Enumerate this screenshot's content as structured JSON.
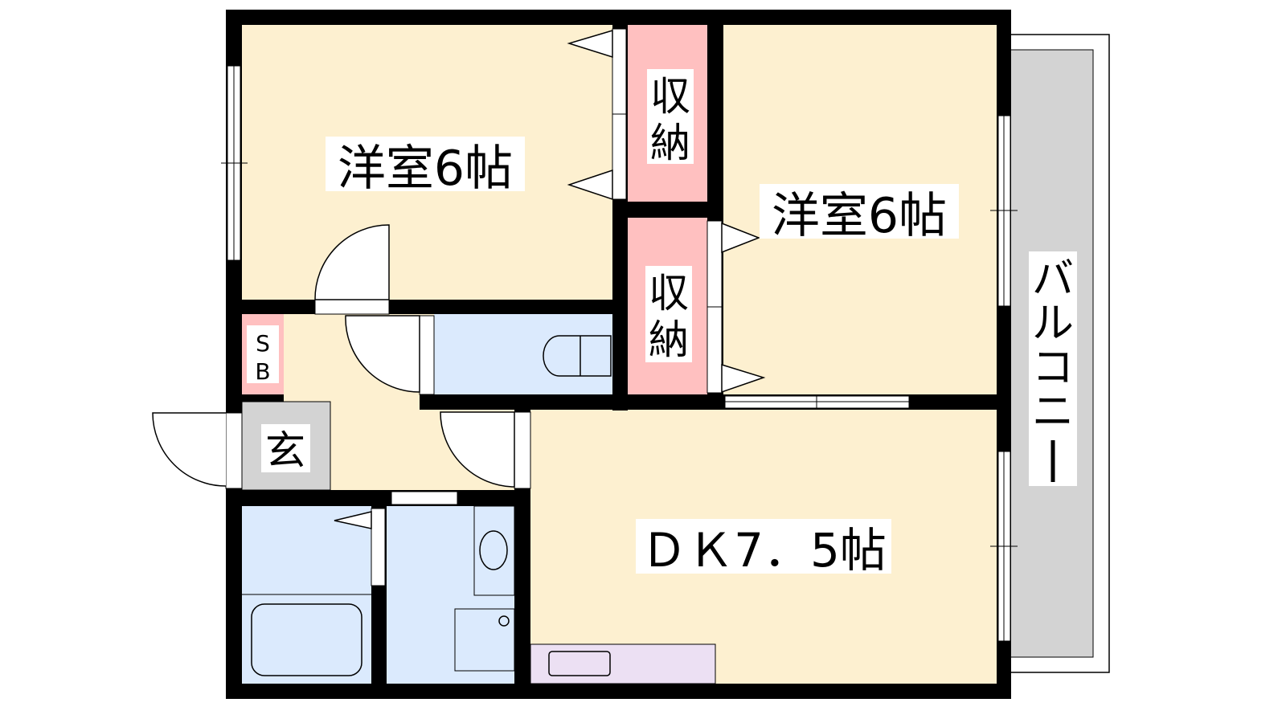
{
  "rooms": {
    "western_room_1": "洋室6帖",
    "western_room_2": "洋室6帖",
    "storage_1": [
      "収",
      "納"
    ],
    "storage_2": [
      "収",
      "納"
    ],
    "shoe_box": [
      "S",
      "B"
    ],
    "entrance": "玄",
    "dining_kitchen": "ＤＫ7．5帖",
    "balcony": [
      "バ",
      "ル",
      "コ",
      "ニ",
      "ー"
    ]
  },
  "colors": {
    "room": "#fdf0d0",
    "storage": "#ffc0c0",
    "wet": "#dbeafd",
    "entrance": "#d3d3d3",
    "kitchen": "#ece0f3",
    "balcony": "#d3d3d3",
    "wall": "#000000"
  }
}
